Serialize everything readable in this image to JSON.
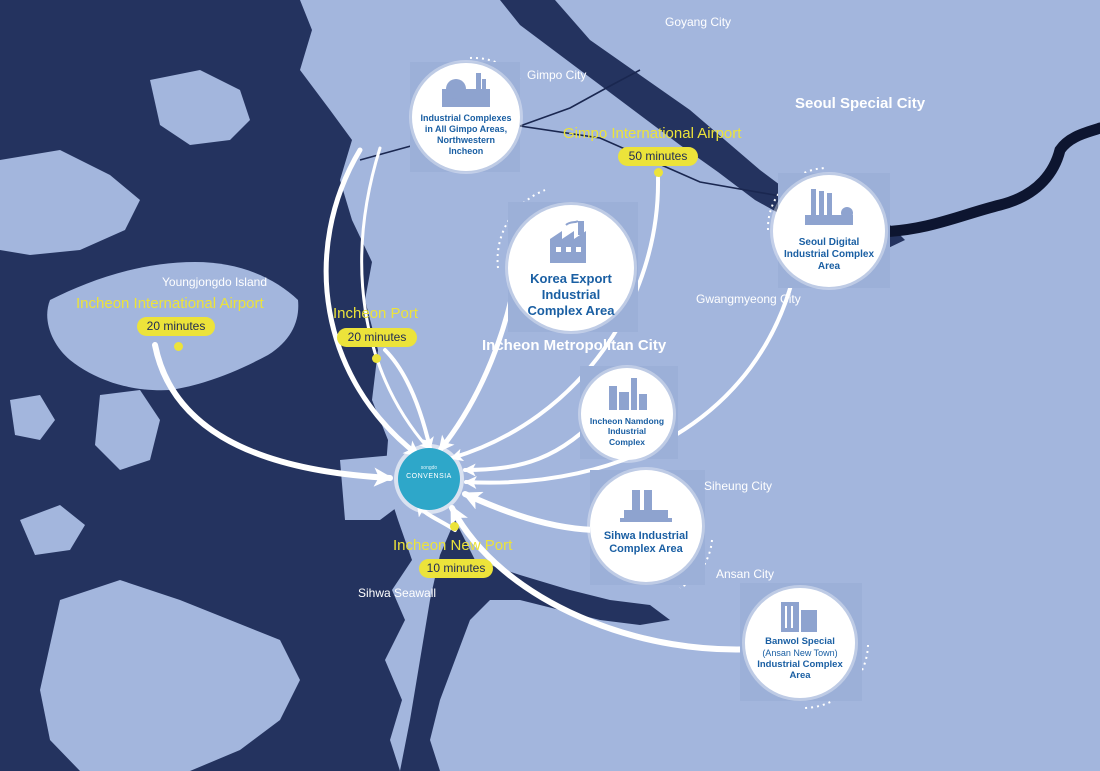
{
  "map": {
    "colors": {
      "sea": "#24335f",
      "land": "#a3b6dd",
      "road": "#1a2750",
      "arrow": "#ffffff",
      "highlight": "#ece33a",
      "complex_text": "#1a5fa3",
      "river_dark": "#0d1530"
    },
    "labels": {
      "goyang": "Goyang City",
      "gimpo": "Gimpo City",
      "seoul": "Seoul Special City",
      "youngjongdo": "Youngjongdo Island",
      "gwangmyeong": "Gwangmyeong City",
      "incheon_metro": "Incheon Metropolitan City",
      "siheung": "Siheung City",
      "ansan": "Ansan City",
      "sihwa_seawall": "Sihwa Seawall"
    },
    "hubs": {
      "incheon_airport": {
        "name": "Incheon International Airport",
        "time": "20 minutes"
      },
      "incheon_port": {
        "name": "Incheon Port",
        "time": "20 minutes"
      },
      "gimpo_airport": {
        "name": "Gimpo International Airport",
        "time": "50 minutes"
      },
      "incheon_new_port": {
        "name": "Incheon New Port",
        "time": "10 minutes"
      }
    },
    "logo": {
      "small": "songdo",
      "main": "CONVENSIA"
    },
    "complexes": {
      "gimpo": {
        "icon": "industrial-plant-icon",
        "lines": [
          "Industrial Complexes",
          "in All Gimpo Areas,",
          "Northwestern",
          "Incheon"
        ]
      },
      "korea_export": {
        "icon": "factory-icon",
        "lines": [
          "Korea Export",
          "Industrial",
          "Complex Area"
        ]
      },
      "seoul_digital": {
        "icon": "factory-chimneys-icon",
        "lines": [
          "Seoul Digital",
          "Industrial Complex",
          "Area"
        ]
      },
      "namdong": {
        "icon": "industrial-buildings-icon",
        "lines": [
          "Incheon Namdong",
          "Industrial",
          "Complex"
        ]
      },
      "sihwa": {
        "icon": "power-plant-icon",
        "lines": [
          "Sihwa Industrial",
          "Complex Area"
        ]
      },
      "banwol": {
        "icon": "office-buildings-icon",
        "lines": [
          "Banwol Special",
          "(Ansan New Town)",
          "Industrial Complex",
          "Area"
        ]
      }
    }
  }
}
